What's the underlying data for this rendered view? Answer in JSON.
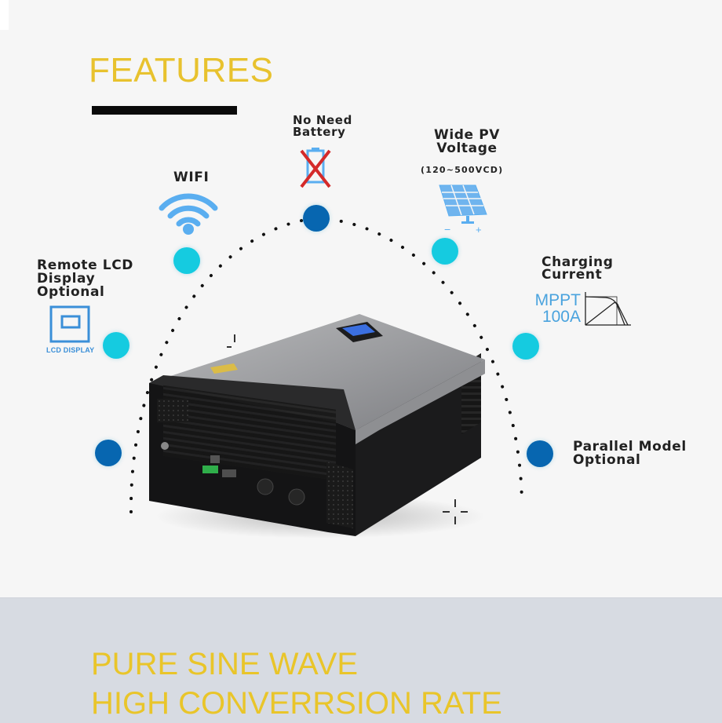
{
  "header": {
    "title": "FEATURES"
  },
  "features": [
    {
      "id": "no-battery",
      "label_lines": [
        "No Need",
        "Battery"
      ],
      "icon": "battery-crossed-icon",
      "node_color": "#0766b0"
    },
    {
      "id": "wifi",
      "label_lines": [
        "WIFI"
      ],
      "icon": "wifi-icon",
      "node_color": "#15cbe0"
    },
    {
      "id": "remote-lcd",
      "label_lines": [
        "Remote LCD",
        "Display",
        "Optional"
      ],
      "icon": "lcd-display-icon",
      "icon_caption": "LCD DISPLAY",
      "node_color": "#15cbe0"
    },
    {
      "id": "wide-pv",
      "label_lines": [
        "Wide PV",
        "Voltage"
      ],
      "sublabel": "(120~500VCD)",
      "icon": "solar-panel-icon",
      "icon_signs": [
        "−",
        "+"
      ],
      "node_color": "#15cbe0"
    },
    {
      "id": "charging-current",
      "label_lines": [
        "Charging",
        "Current"
      ],
      "icon": "mppt-curve-icon",
      "value_lines": [
        "MPPT",
        "100A"
      ],
      "node_color": "#15cbe0"
    },
    {
      "id": "parallel",
      "label_lines": [
        "Parallel Model",
        "Optional"
      ],
      "node_color": "#0766b0"
    },
    {
      "id": "left-bottom",
      "label_lines": [],
      "node_color": "#0766b0"
    }
  ],
  "product": {
    "image": "solar-hybrid-inverter-image",
    "lcd_screen_color": "#3b6fe0"
  },
  "footer": {
    "line1": "PURE SINE WAVE",
    "line2": "HIGH CONVERRSION RATE"
  },
  "colors": {
    "accent_yellow": "#e8c22e",
    "cyan": "#15cbe0",
    "dark_blue": "#0766b0",
    "icon_blue": "#5aaef0",
    "top_bg": "#f6f6f6",
    "bottom_bg": "#d7dbe2"
  }
}
